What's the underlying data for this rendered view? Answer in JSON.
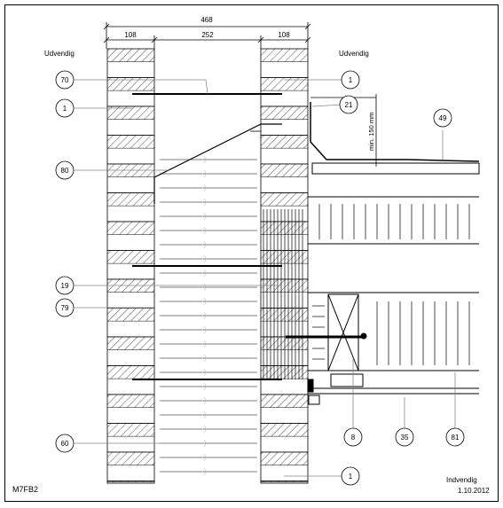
{
  "dimensions": {
    "overall": "468",
    "left": "108",
    "middle": "252",
    "right": "108"
  },
  "labels": {
    "outside_left": "Udvendig",
    "outside_right": "Udvendig",
    "inside": "Indvendig",
    "drawing_code": "M7FB2",
    "date": "1.10.2012",
    "min_height": "min. 150 mm"
  },
  "callouts": [
    "70",
    "1",
    "80",
    "19",
    "79",
    "60",
    "1",
    "21",
    "49",
    "8",
    "35",
    "81",
    "1"
  ],
  "colors": {
    "line": "#000000",
    "leader": "#888888",
    "hatch": "#000000"
  }
}
